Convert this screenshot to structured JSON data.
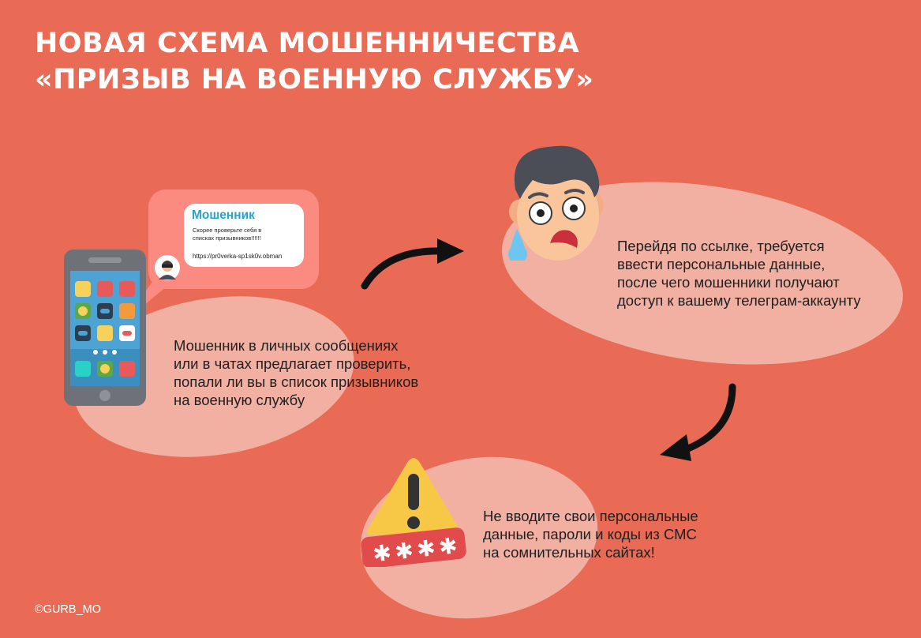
{
  "title": {
    "line1": "НОВАЯ СХЕМА МОШЕННИЧЕСТВА",
    "line2": "«ПРИЗЫВ НА ВОЕННУЮ СЛУЖБУ»"
  },
  "message": {
    "sender": "Мошенник",
    "text_line1": "Скорее проверьте себя в",
    "text_line2": "списках призывников!!!!!!",
    "link": "https://pr0verka-sp1sk0v.obman"
  },
  "steps": [
    {
      "lines": [
        "Мошенник в личных сообщениях",
        "или в чатах предлагает проверить,",
        "попали ли вы в список призывников",
        "на военную службу"
      ]
    },
    {
      "lines": [
        "Перейдя по ссылке, требуется",
        "ввести персональные данные,",
        "после чего мошенники получают",
        "доступ к вашему телеграм-аккаунту"
      ]
    },
    {
      "lines": [
        "Не вводите свои персональные",
        "данные, пароли и коды из СМС",
        "на сомнительных сайтах!"
      ]
    }
  ],
  "copyright": "©GURB_MO",
  "colors": {
    "background": "#e96a55",
    "blob": "#f2b0a3",
    "bubble": "#fb8a80",
    "sender": "#2aa2c7",
    "warning": "#f7c846",
    "password_bar": "#e24b4b"
  },
  "icons": [
    "smartphone-icon",
    "hacker-avatar-icon",
    "scared-face-icon",
    "warning-sign-icon",
    "password-field-icon",
    "arrow-icon"
  ]
}
